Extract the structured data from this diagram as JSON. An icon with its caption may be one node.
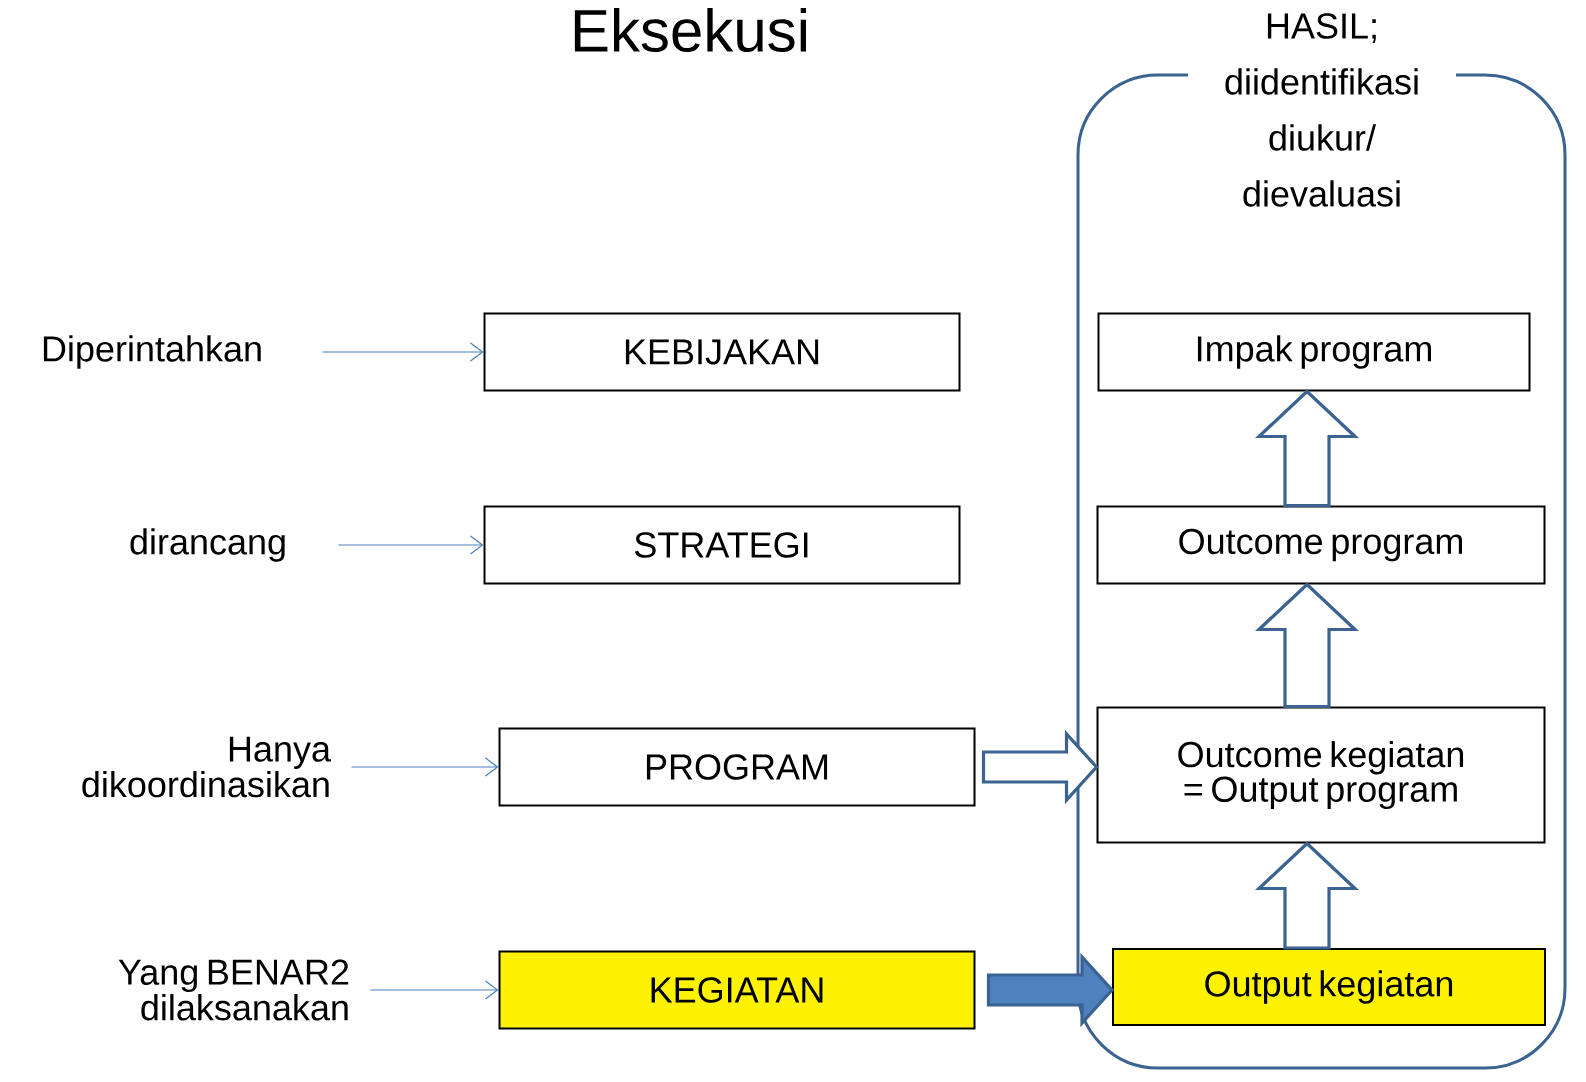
{
  "diagram": {
    "title": "Eksekusi",
    "nodes": [
      {
        "text": [
          "Diperintahkan"
        ]
      },
      {
        "text": [
          "KEBIJAKAN"
        ]
      },
      {
        "text": [
          "dirancang"
        ]
      },
      {
        "text": [
          "STRATEGI"
        ]
      },
      {
        "text": [
          "Hanya dikoordinasikan"
        ]
      },
      {
        "text": [
          "PROGRAM"
        ]
      },
      {
        "text": [
          "Yang BENAR2 dilaksanakan"
        ]
      },
      {
        "text": [
          "KEGIATAN"
        ]
      },
      {
        "text": [
          "HASIL; diidentifikasi diukur/ dievaluasi"
        ]
      },
      {
        "text": [
          "Impak program"
        ],
        "in": 8
      },
      {
        "text": [
          "Outcome program"
        ],
        "in": 8
      },
      {
        "text": [
          "Outcome kegiatan = Output program"
        ],
        "in": 8
      },
      {
        "text": [
          "Output kegiatan"
        ],
        "in": 8
      }
    ],
    "edges": [
      {
        "from": 0,
        "to": 1,
        "arrow": "to"
      },
      {
        "from": 2,
        "to": 3,
        "arrow": "to"
      },
      {
        "from": 4,
        "to": 5,
        "arrow": "to"
      },
      {
        "from": 6,
        "to": 7,
        "arrow": "to"
      },
      {
        "from": 5,
        "to": 11,
        "arrow": "to",
        "style": "thick"
      },
      {
        "from": 7,
        "to": 12,
        "arrow": "to",
        "style": "thick",
        "color": "#4f81bd"
      },
      {
        "from": 12,
        "to": 11,
        "arrow": "to",
        "style": "thick"
      },
      {
        "from": 11,
        "to": 10,
        "arrow": "to",
        "style": "thick"
      },
      {
        "from": 10,
        "to": 9,
        "arrow": "to",
        "style": "thick"
      }
    ]
  }
}
